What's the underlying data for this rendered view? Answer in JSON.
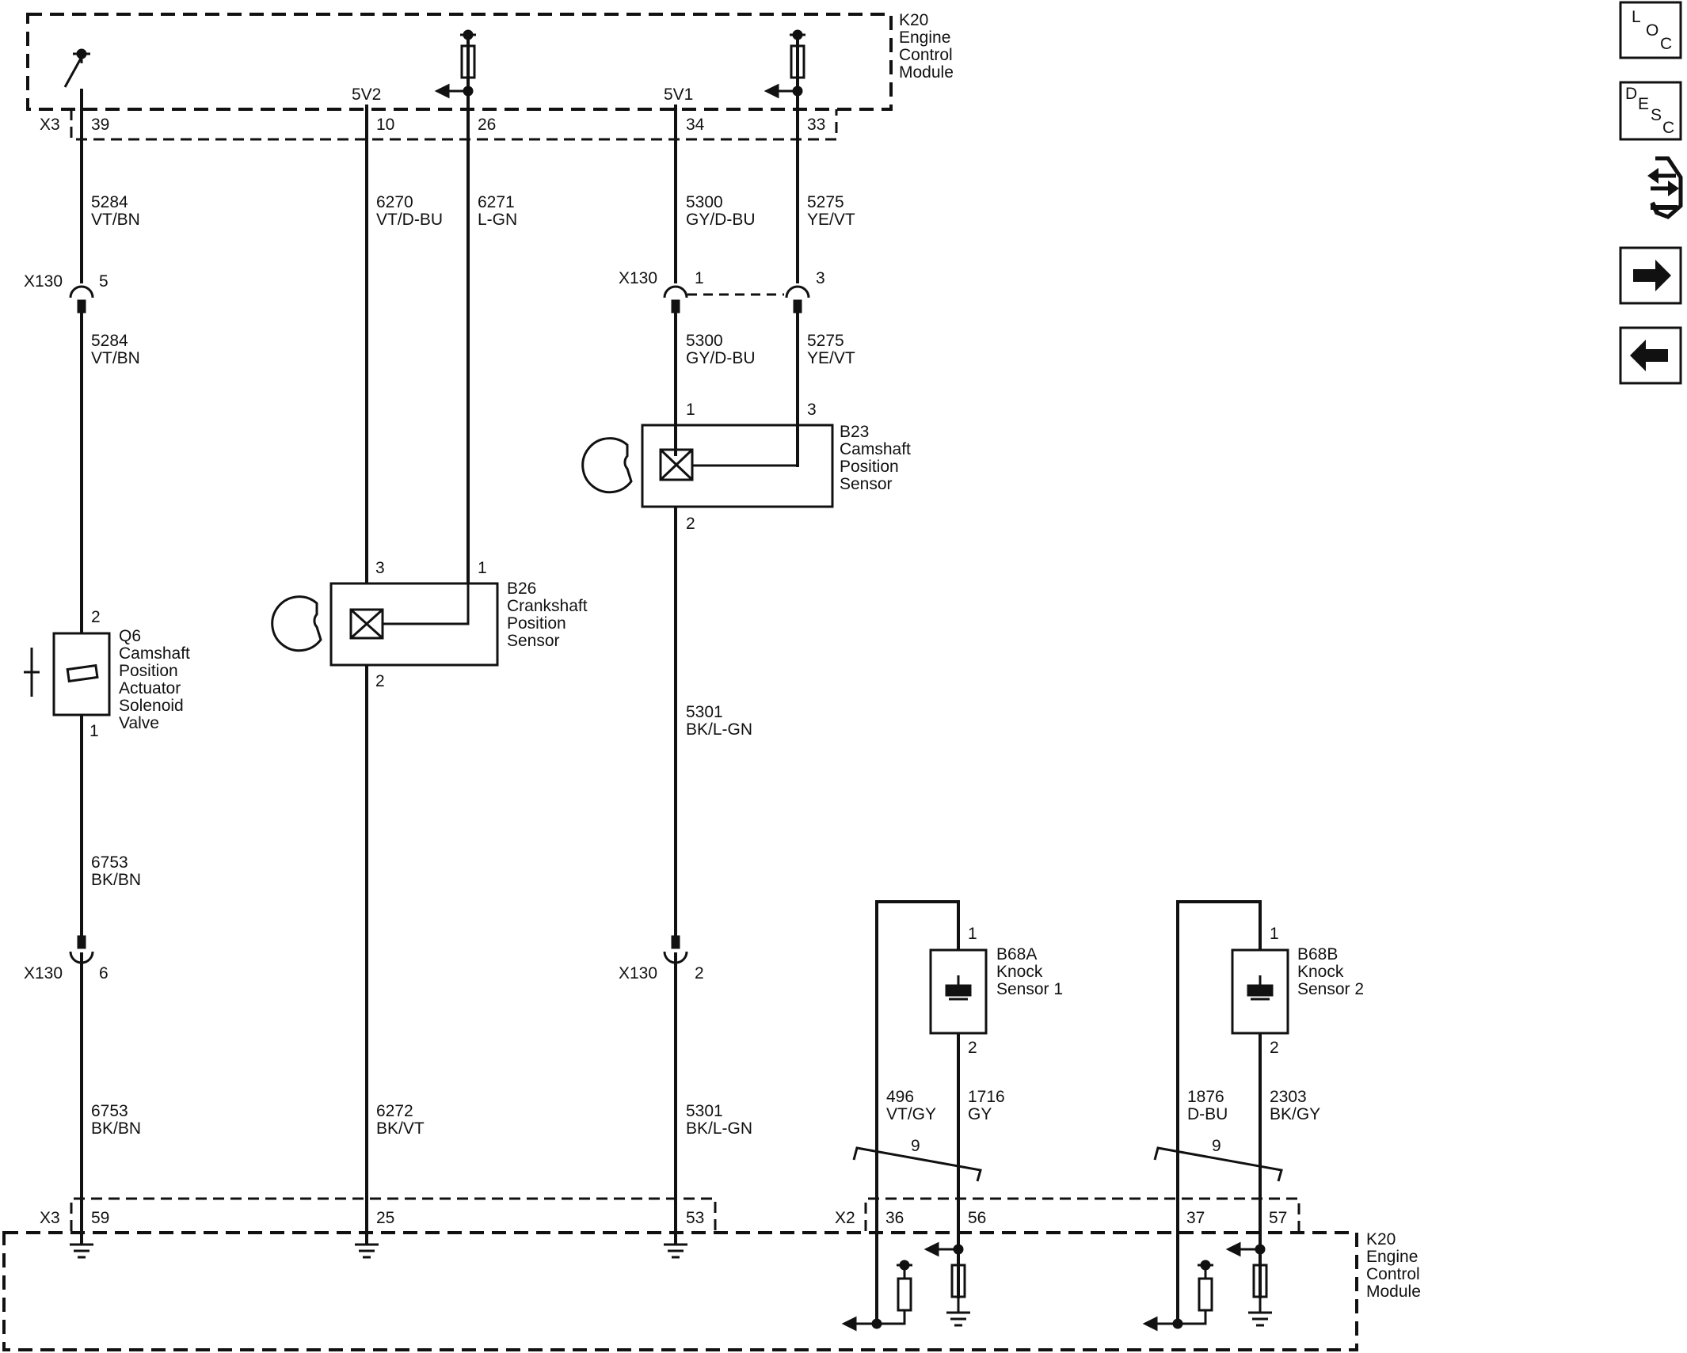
{
  "colors": {
    "ink": "#111111",
    "paper": "#ffffff"
  },
  "ecm_top": {
    "label": [
      "K20",
      "Engine",
      "Control",
      "Module"
    ],
    "connector": "X3",
    "supply_5v2": "5V2",
    "supply_5v1": "5V1",
    "pins": [
      "39",
      "10",
      "26",
      "34",
      "33"
    ]
  },
  "ecm_bottom": {
    "label": [
      "K20",
      "Engine",
      "Control",
      "Module"
    ],
    "connector_x3": "X3",
    "connector_x2": "X2",
    "pins": [
      "59",
      "25",
      "53",
      "36",
      "56",
      "37",
      "57"
    ]
  },
  "inline_connector": {
    "name": "X130",
    "pins": [
      "5",
      "1",
      "3",
      "6",
      "2"
    ]
  },
  "wires": [
    {
      "circuit": "5284",
      "color": "VT/BN"
    },
    {
      "circuit": "6270",
      "color": "VT/D-BU"
    },
    {
      "circuit": "6271",
      "color": "L-GN"
    },
    {
      "circuit": "5300",
      "color": "GY/D-BU"
    },
    {
      "circuit": "5275",
      "color": "YE/VT"
    },
    {
      "circuit": "5284",
      "color": "VT/BN"
    },
    {
      "circuit": "5300",
      "color": "GY/D-BU"
    },
    {
      "circuit": "5275",
      "color": "YE/VT"
    },
    {
      "circuit": "5301",
      "color": "BK/L-GN"
    },
    {
      "circuit": "6753",
      "color": "BK/BN"
    },
    {
      "circuit": "6753",
      "color": "BK/BN"
    },
    {
      "circuit": "6272",
      "color": "BK/VT"
    },
    {
      "circuit": "5301",
      "color": "BK/L-GN"
    },
    {
      "circuit": "496",
      "color": "VT/GY"
    },
    {
      "circuit": "1716",
      "color": "GY"
    },
    {
      "circuit": "1876",
      "color": "D-BU"
    },
    {
      "circuit": "2303",
      "color": "BK/GY"
    }
  ],
  "components": {
    "q6": {
      "label": [
        "Q6",
        "Camshaft",
        "Position",
        "Actuator",
        "Solenoid",
        "Valve"
      ],
      "pin_top": "2",
      "pin_bottom": "1"
    },
    "b26": {
      "label": [
        "B26",
        "Crankshaft",
        "Position",
        "Sensor"
      ],
      "pin_a": "3",
      "pin_b": "1",
      "pin_c": "2"
    },
    "b23": {
      "label": [
        "B23",
        "Camshaft",
        "Position",
        "Sensor"
      ],
      "pin_a": "1",
      "pin_b": "3",
      "pin_c": "2"
    },
    "b68a": {
      "label": [
        "B68A",
        "Knock",
        "Sensor 1"
      ],
      "pin_top": "1",
      "pin_bottom": "2"
    },
    "b68b": {
      "label": [
        "B68B",
        "Knock",
        "Sensor 2"
      ],
      "pin_top": "1",
      "pin_bottom": "2"
    }
  },
  "twisted_pair_count": "9",
  "nav": {
    "loc": [
      "L",
      "O",
      "C"
    ],
    "desc": [
      "D",
      "E",
      "S",
      "C"
    ],
    "icons": [
      "connector-icon",
      "arrow-right-icon",
      "arrow-left-icon"
    ]
  }
}
